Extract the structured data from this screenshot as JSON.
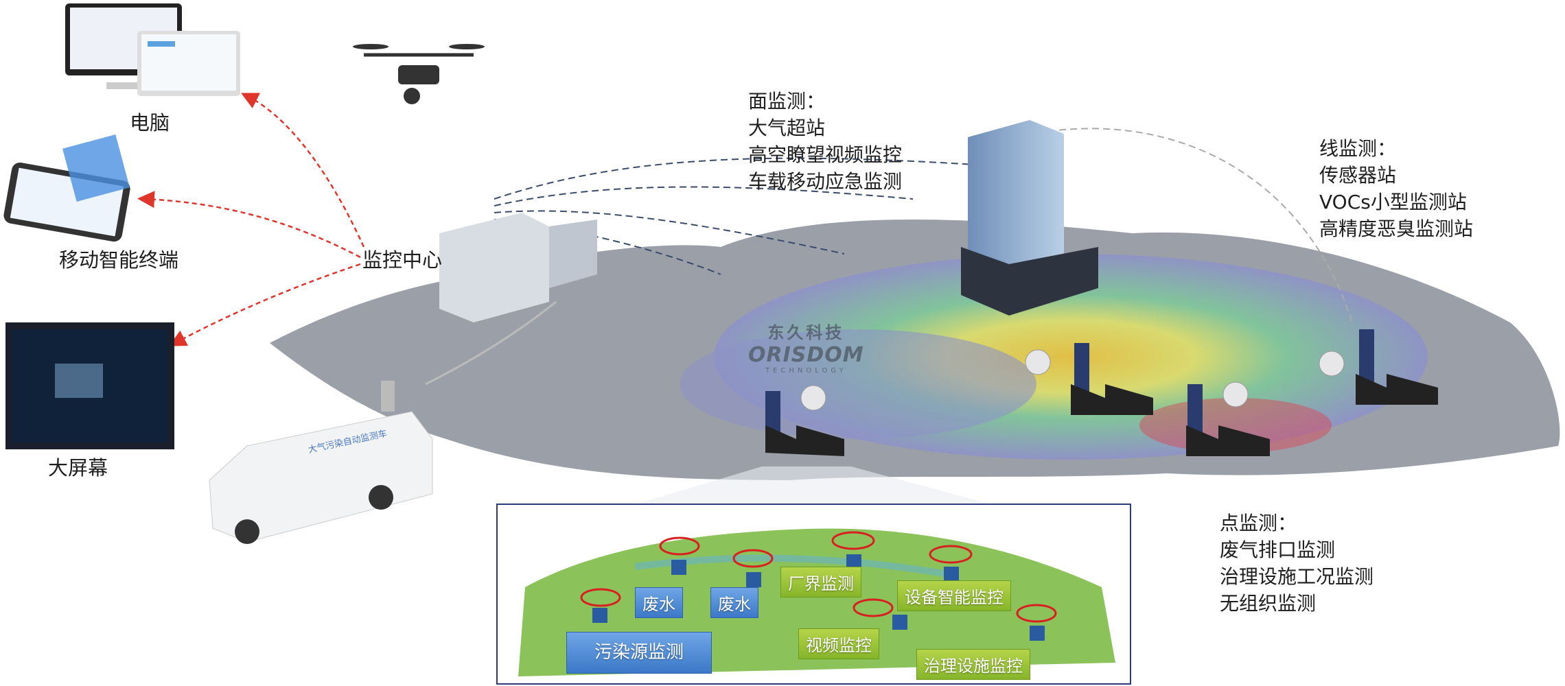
{
  "devices": {
    "computer": "电脑",
    "mobile": "移动智能终端",
    "big_screen": "大屏幕"
  },
  "control_center": "监控中心",
  "area_monitoring": {
    "title": "面监测：",
    "items": [
      "大气超站",
      "高空瞭望视频监控",
      "车载移动应急监测"
    ]
  },
  "line_monitoring": {
    "title": "线监测：",
    "items": [
      "传感器站",
      "VOCs小型监测站",
      "高精度恶臭监测站"
    ]
  },
  "point_monitoring": {
    "title": "点监测：",
    "items": [
      "废气排口监测",
      "治理设施工况监测",
      "无组织监测"
    ]
  },
  "logo": {
    "cn": "东久科技",
    "en": "ORISDOM",
    "sub": "TECHNOLOGY"
  },
  "van_text": "大气污染自动监测车",
  "inset": {
    "tags": [
      "废水",
      "废水",
      "厂界监测",
      "设备智能监控",
      "污染源监测",
      "视频监控",
      "治理设施监控"
    ]
  },
  "colors": {
    "arrow": "#e0352b",
    "frame": "#2a3a7a",
    "green_tag": "#9cc43a",
    "blue_tag": "#4a86d4"
  }
}
